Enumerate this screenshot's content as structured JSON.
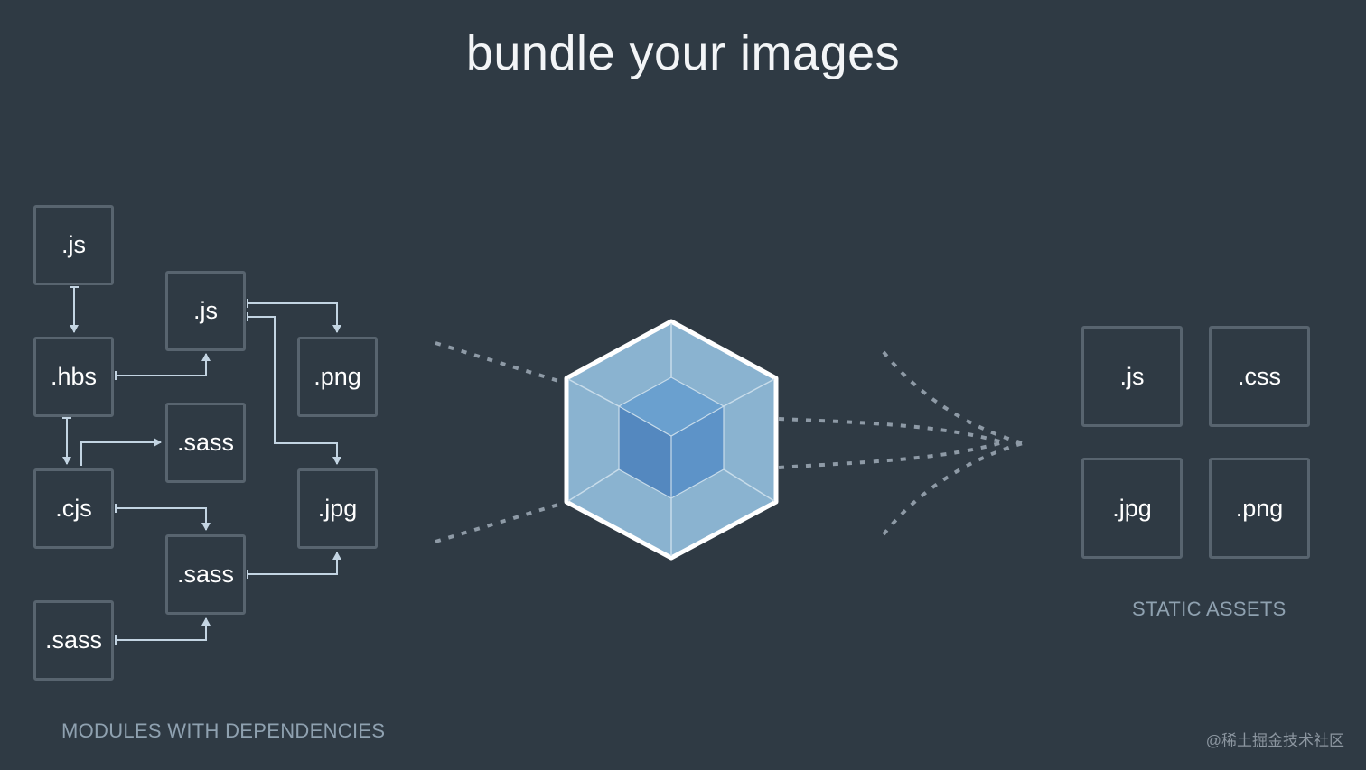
{
  "title": "bundle your images",
  "modules": {
    "caption": "MODULES WITH DEPENDENCIES",
    "items": [
      {
        "id": "js1",
        "label": ".js"
      },
      {
        "id": "js2",
        "label": ".js"
      },
      {
        "id": "hbs",
        "label": ".hbs"
      },
      {
        "id": "png",
        "label": ".png"
      },
      {
        "id": "sass1",
        "label": ".sass"
      },
      {
        "id": "cjs",
        "label": ".cjs"
      },
      {
        "id": "jpg",
        "label": ".jpg"
      },
      {
        "id": "sass2",
        "label": ".sass"
      },
      {
        "id": "sass3",
        "label": ".sass"
      }
    ]
  },
  "assets": {
    "caption": "STATIC ASSETS",
    "items": [
      {
        "id": "js",
        "label": ".js"
      },
      {
        "id": "css",
        "label": ".css"
      },
      {
        "id": "jpg",
        "label": ".jpg"
      },
      {
        "id": "png",
        "label": ".png"
      }
    ]
  },
  "watermark": "@稀土掘金技术社区",
  "colors": {
    "background": "#2f3a44",
    "box_border": "#58646f",
    "connector": "#c3d4e2",
    "cube_outer": "#8ab3d0",
    "cube_inner": "#5e93c5",
    "caption": "#8fa1b0"
  },
  "icons": [
    "webpack-cube-icon"
  ]
}
